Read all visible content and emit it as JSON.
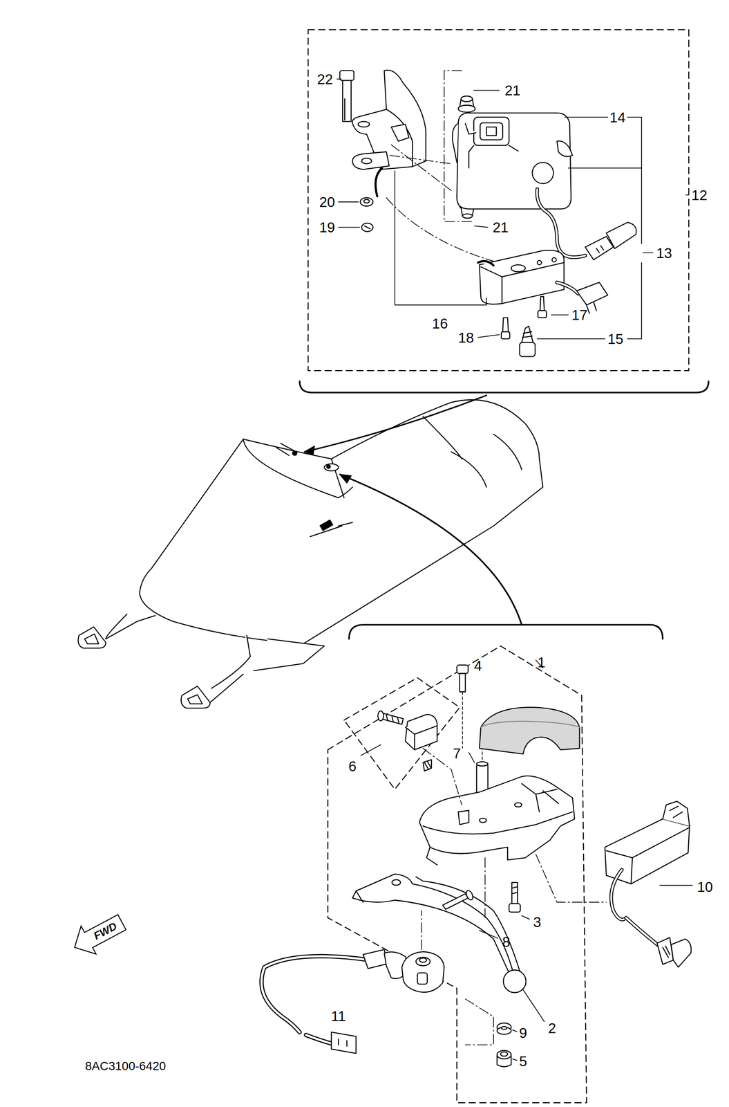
{
  "diagram": {
    "nodes": [
      {
        "text": [
          "FWD"
        ]
      }
    ],
    "labels": [
      "22",
      "21",
      "14",
      "12",
      "20",
      "19",
      "21",
      "13",
      "16",
      "17",
      "18",
      "15",
      "4",
      "1",
      "6",
      "7",
      "10",
      "3",
      "8",
      "11",
      "2",
      "9",
      "5",
      "8AC3100-6420"
    ]
  }
}
